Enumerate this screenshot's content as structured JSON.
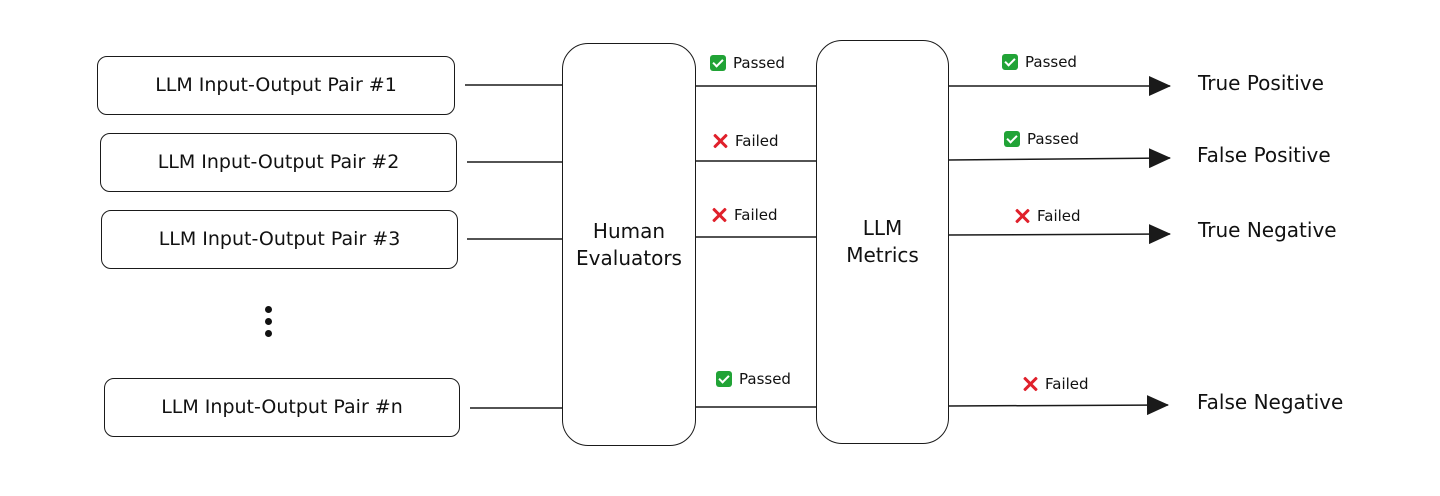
{
  "inputs": [
    {
      "label": "LLM Input-Output Pair #1"
    },
    {
      "label": "LLM Input-Output Pair #2"
    },
    {
      "label": "LLM Input-Output Pair #3"
    },
    {
      "label": "LLM Input-Output Pair #n"
    }
  ],
  "human_evaluators": {
    "line1": "Human",
    "line2": "Evaluators"
  },
  "llm_metrics": {
    "line1": "LLM",
    "line2": "Metrics"
  },
  "human_results": [
    {
      "text": "Passed",
      "icon": "check-mark-icon"
    },
    {
      "text": "Failed",
      "icon": "cross-mark-icon"
    },
    {
      "text": "Failed",
      "icon": "cross-mark-icon"
    },
    {
      "text": "Passed",
      "icon": "check-mark-icon"
    }
  ],
  "metric_results": [
    {
      "text": "Passed",
      "icon": "check-mark-icon"
    },
    {
      "text": "Passed",
      "icon": "check-mark-icon"
    },
    {
      "text": "Failed",
      "icon": "cross-mark-icon"
    },
    {
      "text": "Failed",
      "icon": "cross-mark-icon"
    }
  ],
  "outcomes": [
    {
      "label": "True Positive"
    },
    {
      "label": "False Positive"
    },
    {
      "label": "True Negative"
    },
    {
      "label": "False Negative"
    }
  ],
  "colors": {
    "pass": "#21a336",
    "fail": "#e0202b",
    "stroke": "#1a1a1a"
  }
}
